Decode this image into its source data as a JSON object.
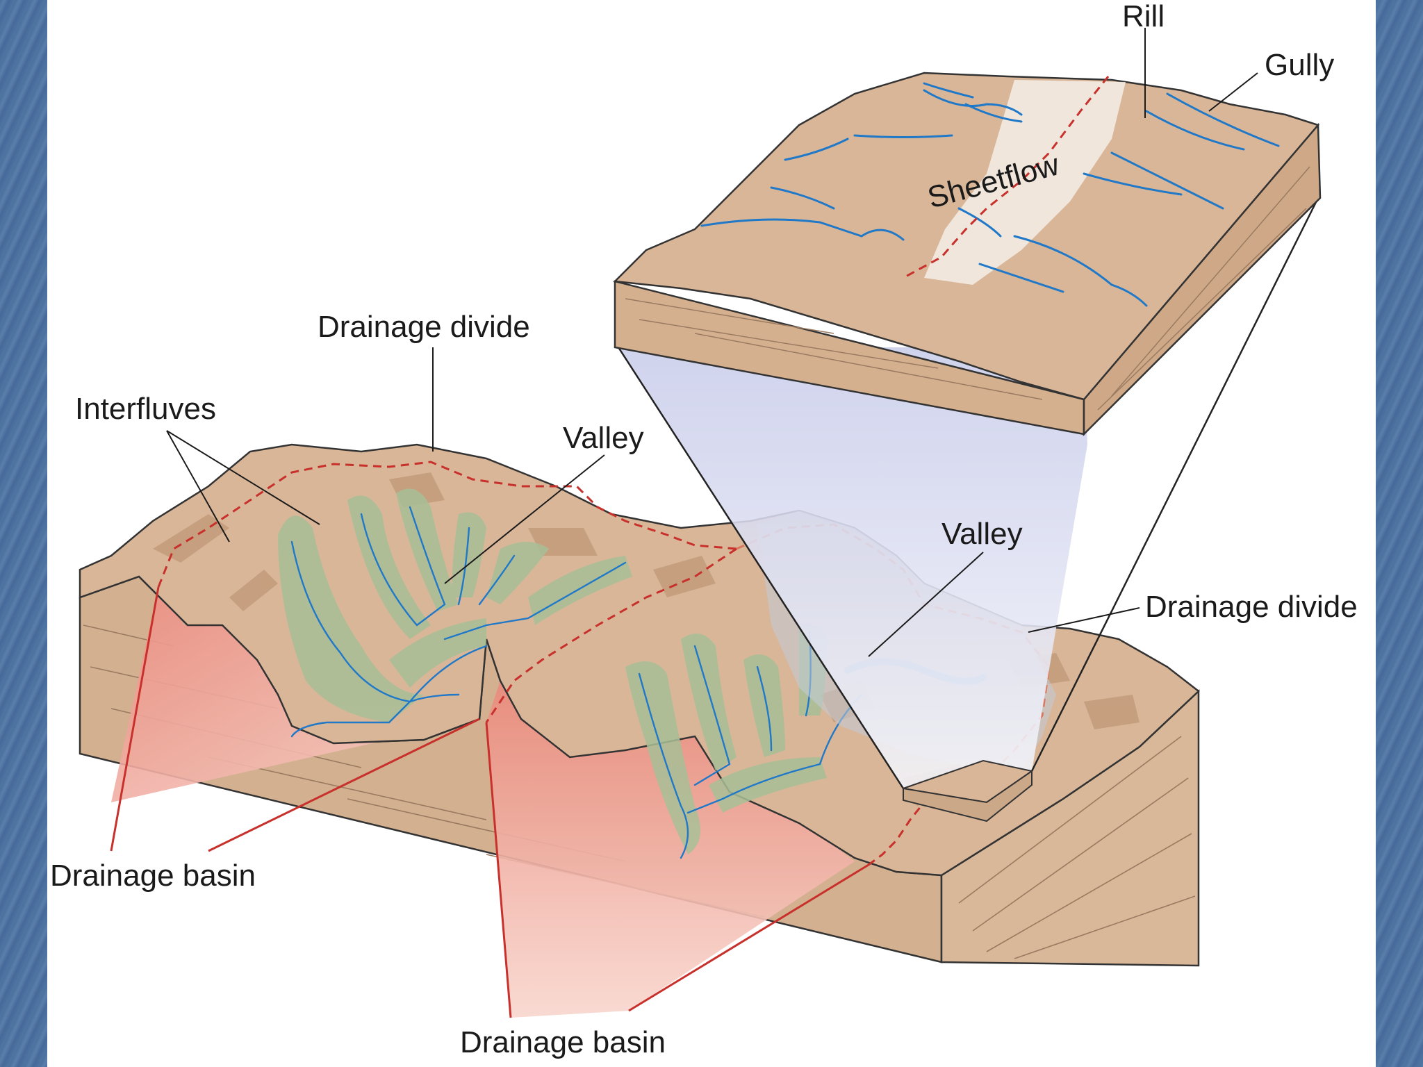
{
  "labels": {
    "rill": "Rill",
    "gully": "Gully",
    "sheetflow": "Sheetflow",
    "drainage_divide_top": "Drainage divide",
    "interfluves": "Interfluves",
    "valley_left": "Valley",
    "valley_right": "Valley",
    "drainage_divide_right": "Drainage divide",
    "drainage_basin_left": "Drainage basin",
    "drainage_basin_bottom": "Drainage basin"
  },
  "colors": {
    "terrain": "#d8b394",
    "terrain_dark": "#b58c6a",
    "valley_green": "#a9bf98",
    "stream_blue": "#1f78c8",
    "divide_red": "#c8302c",
    "basin_pink": "#f0a79a",
    "zoom_cone": "#dfe3f4"
  }
}
